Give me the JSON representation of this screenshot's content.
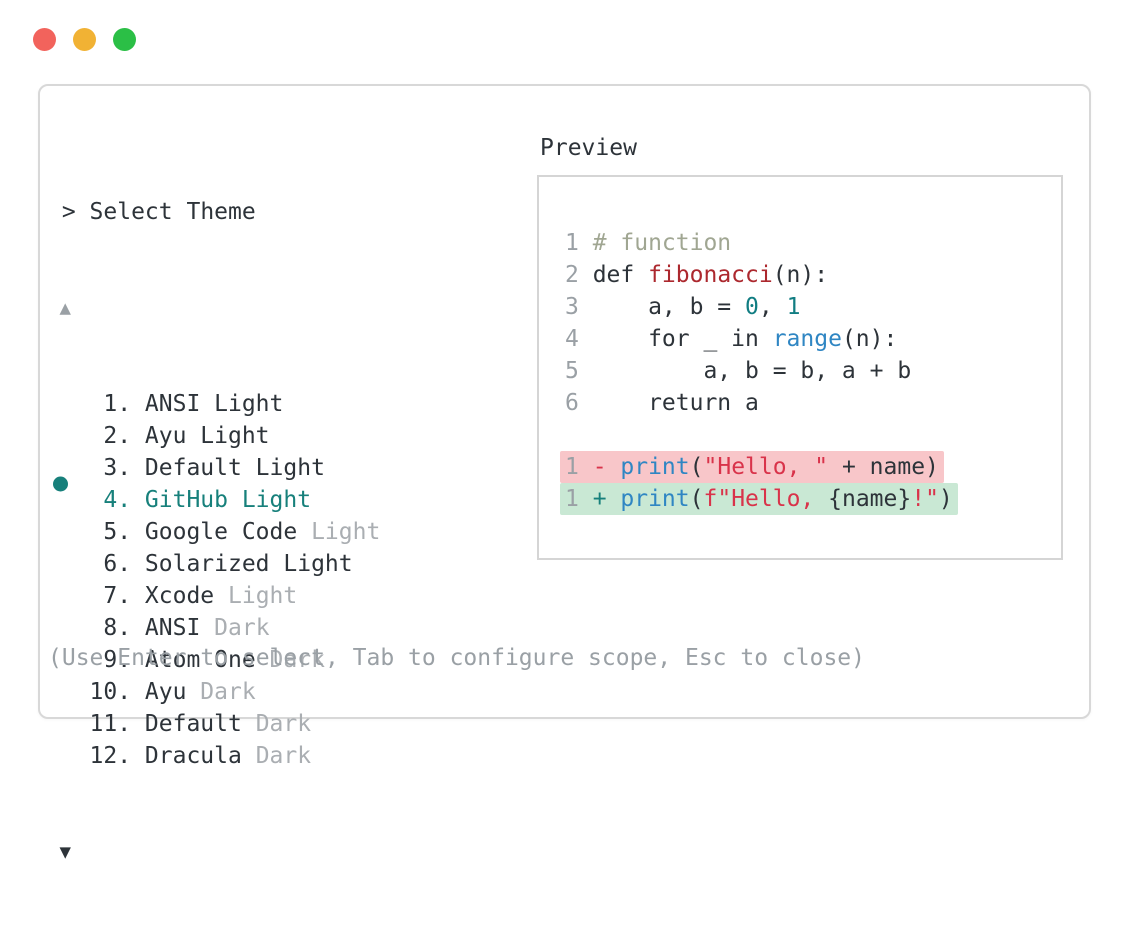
{
  "colors": {
    "text": "#2d3339",
    "muted": "#aaaeb2",
    "gray": "#9aa0a5",
    "teal": "#17807b",
    "blue": "#2f86c3",
    "red_dark": "#ac282e",
    "red_bright": "#d9334a",
    "comment": "#a0a692",
    "num_teal": "#117d82",
    "removed_bg": "#f8c6c9",
    "added_bg": "#c9e8d4",
    "window_border": "#d8d8d8",
    "preview_border": "#d5d5d5"
  },
  "traffic_lights": [
    {
      "name": "close",
      "color": "#f2635c"
    },
    {
      "name": "minimize",
      "color": "#f1b234"
    },
    {
      "name": "zoom",
      "color": "#2bbf46"
    }
  ],
  "picker": {
    "prompt": "> Select Theme",
    "scroll_up": "▲",
    "scroll_down": "▼",
    "selected_index": 3,
    "items": [
      {
        "number": "1",
        "selected": false,
        "parts": [
          {
            "text": "ANSI Light",
            "style": "normal"
          }
        ]
      },
      {
        "number": "2",
        "selected": false,
        "parts": [
          {
            "text": "Ayu Light",
            "style": "normal"
          }
        ]
      },
      {
        "number": "3",
        "selected": false,
        "parts": [
          {
            "text": "Default Light",
            "style": "normal"
          }
        ]
      },
      {
        "number": "4",
        "selected": true,
        "parts": [
          {
            "text": "GitHub Light",
            "style": "selected"
          }
        ]
      },
      {
        "number": "5",
        "selected": false,
        "parts": [
          {
            "text": "Google Code ",
            "style": "normal"
          },
          {
            "text": "Light",
            "style": "muted"
          }
        ]
      },
      {
        "number": "6",
        "selected": false,
        "parts": [
          {
            "text": "Solarized Light",
            "style": "normal"
          }
        ]
      },
      {
        "number": "7",
        "selected": false,
        "parts": [
          {
            "text": "Xcode ",
            "style": "normal"
          },
          {
            "text": "Light",
            "style": "muted"
          }
        ]
      },
      {
        "number": "8",
        "selected": false,
        "parts": [
          {
            "text": "ANSI ",
            "style": "normal"
          },
          {
            "text": "Dark",
            "style": "muted"
          }
        ]
      },
      {
        "number": "9",
        "selected": false,
        "parts": [
          {
            "text": "Atom One ",
            "style": "normal"
          },
          {
            "text": "Dark",
            "style": "muted"
          }
        ]
      },
      {
        "number": "10",
        "selected": false,
        "parts": [
          {
            "text": "Ayu ",
            "style": "normal"
          },
          {
            "text": "Dark",
            "style": "muted"
          }
        ]
      },
      {
        "number": "11",
        "selected": false,
        "parts": [
          {
            "text": "Default ",
            "style": "normal"
          },
          {
            "text": "Dark",
            "style": "muted"
          }
        ]
      },
      {
        "number": "12",
        "selected": false,
        "parts": [
          {
            "text": "Dracula ",
            "style": "normal"
          },
          {
            "text": "Dark",
            "style": "muted"
          }
        ]
      }
    ],
    "hint": "(Use Enter to select, Tab to configure scope, Esc to close)"
  },
  "preview": {
    "label": "Preview",
    "code_lines": [
      {
        "number": "1",
        "tokens": [
          {
            "text": "# function",
            "color": "comment"
          }
        ]
      },
      {
        "number": "2",
        "tokens": [
          {
            "text": "def ",
            "color": "text"
          },
          {
            "text": "fibonacci",
            "color": "red_dark"
          },
          {
            "text": "(n):",
            "color": "text"
          }
        ]
      },
      {
        "number": "3",
        "tokens": [
          {
            "text": "    a, b = ",
            "color": "text"
          },
          {
            "text": "0",
            "color": "num_teal"
          },
          {
            "text": ", ",
            "color": "text"
          },
          {
            "text": "1",
            "color": "num_teal"
          }
        ]
      },
      {
        "number": "4",
        "tokens": [
          {
            "text": "    for _ in ",
            "color": "text"
          },
          {
            "text": "range",
            "color": "blue"
          },
          {
            "text": "(n):",
            "color": "text"
          }
        ]
      },
      {
        "number": "5",
        "tokens": [
          {
            "text": "        a, b = b, a + b",
            "color": "text"
          }
        ]
      },
      {
        "number": "6",
        "tokens": [
          {
            "text": "    return a",
            "color": "text"
          }
        ]
      }
    ],
    "diff_lines": [
      {
        "number": "1",
        "kind": "removed",
        "tokens": [
          {
            "text": "- ",
            "color": "red_bright"
          },
          {
            "text": "print",
            "color": "blue"
          },
          {
            "text": "(",
            "color": "text"
          },
          {
            "text": "\"Hello, \"",
            "color": "red_bright"
          },
          {
            "text": " + name)",
            "color": "text"
          }
        ]
      },
      {
        "number": "1",
        "kind": "added",
        "tokens": [
          {
            "text": "+ ",
            "color": "teal"
          },
          {
            "text": "print",
            "color": "blue"
          },
          {
            "text": "(",
            "color": "text"
          },
          {
            "text": "f\"Hello, ",
            "color": "red_bright"
          },
          {
            "text": "{name}",
            "color": "text"
          },
          {
            "text": "!\"",
            "color": "red_bright"
          },
          {
            "text": ")",
            "color": "text"
          }
        ]
      }
    ]
  }
}
